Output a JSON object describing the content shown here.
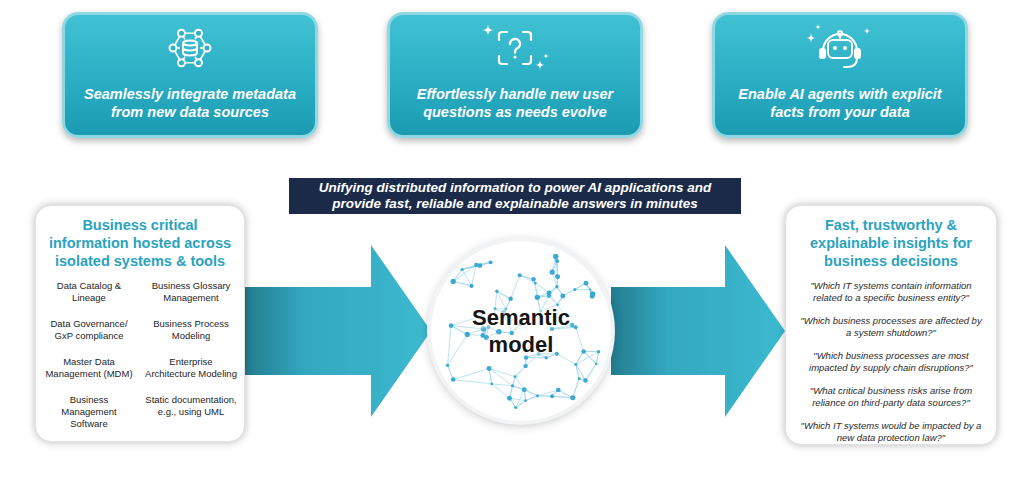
{
  "diagram": {
    "nodes": [
      {
        "text": [
          "Seamlessly integrate metadata from new data sources"
        ]
      },
      {
        "text": [
          "Effortlessly handle new user questions as needs evolve"
        ]
      },
      {
        "text": [
          "Enable AI agents with explicit facts from your data"
        ]
      },
      {
        "text": [
          "Unifying distributed information to power AI applications and provide fast, reliable and explainable answers in minutes"
        ]
      },
      {
        "text": [
          "Business critical information hosted across isolated systems & tools",
          "Data Catalog & Lineage",
          "Business Glossary Management",
          "Data Governance/ GxP compliance",
          "Business Process Modeling",
          "Master Data Management (MDM)",
          "Enterprise Architecture Modeling",
          "Business Management Software",
          "Static documentation, e.g., using UML"
        ]
      },
      {
        "text": [
          "Semantic model"
        ]
      },
      {
        "text": [
          "Fast, trustworthy & explainable insights for business decisions",
          "\"Which IT systems contain information related to a specific business entity?\"",
          "\"Which business processes are affected by a system shutdown?\"",
          "\"Which business processes are most impacted by supply chain disruptions?\"",
          "\"What critical business risks arise from reliance on third-party data sources?\"",
          "\"Which IT systems would be impacted by a new data protection law?\""
        ]
      }
    ],
    "edges": [
      {
        "from": 4,
        "to": 5,
        "arrow": "to"
      },
      {
        "from": 5,
        "to": 6,
        "arrow": "to"
      }
    ]
  }
}
